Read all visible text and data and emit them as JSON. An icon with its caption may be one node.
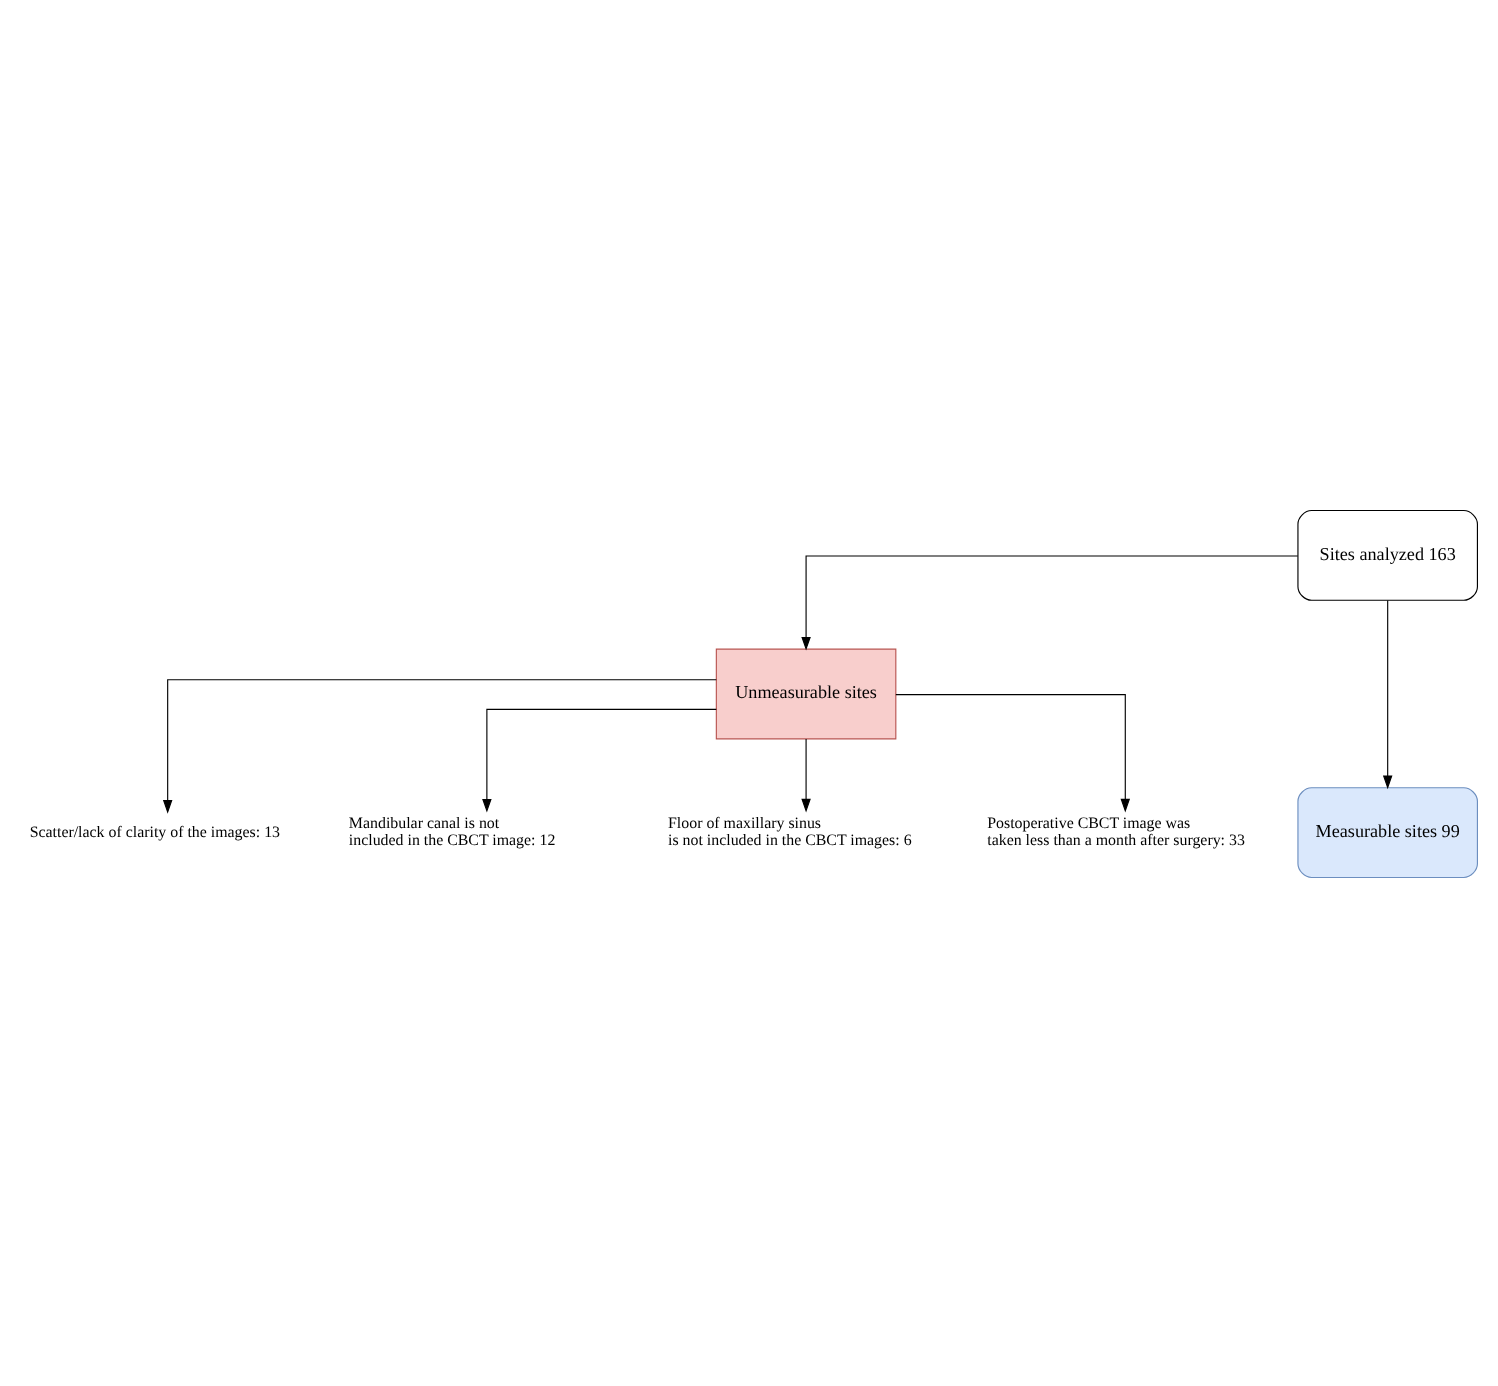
{
  "diagram": {
    "nodes": [
      {
        "text": [
          "Sites analyzed 163"
        ]
      },
      {
        "text": [
          "Unmeasurable sites"
        ]
      },
      {
        "text": [
          "Measurable sites 99"
        ]
      },
      {
        "text": [
          "Scatter/lack of clarity of the images: 13"
        ]
      },
      {
        "text": [
          "Mandibular canal is not included in the CBCT image: 12"
        ]
      },
      {
        "text": [
          "Floor of maxillary sinus is not included in the CBCT images: 6"
        ]
      },
      {
        "text": [
          "Postoperative CBCT image was taken less than a month after surgery: 33"
        ]
      }
    ],
    "edges": [
      {
        "from": 0,
        "to": 1,
        "arrow": "to"
      },
      {
        "from": 0,
        "to": 2,
        "arrow": "to"
      },
      {
        "from": 1,
        "to": 3,
        "arrow": "to"
      },
      {
        "from": 1,
        "to": 4,
        "arrow": "to"
      },
      {
        "from": 1,
        "to": 5,
        "arrow": "to"
      },
      {
        "from": 1,
        "to": 6,
        "arrow": "to"
      }
    ]
  }
}
